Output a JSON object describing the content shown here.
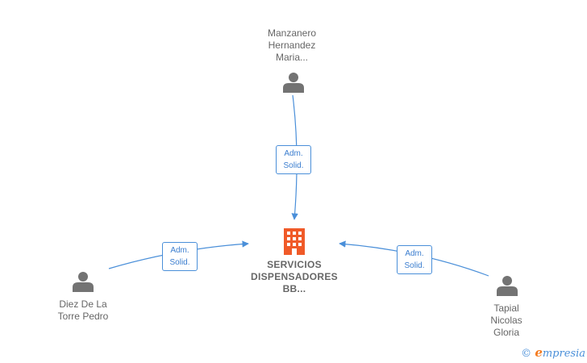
{
  "company": {
    "name_lines": [
      "SERVICIOS",
      "DISPENSADORES",
      "BB..."
    ],
    "icon": "building-icon",
    "color": "#f05a28"
  },
  "persons": [
    {
      "id": "top",
      "name_lines": [
        "Manzanero",
        "Hernandez",
        "Maria..."
      ],
      "icon": "person-icon",
      "role_lines": [
        "Adm.",
        "Solid."
      ]
    },
    {
      "id": "left",
      "name_lines": [
        "Diez De La",
        "Torre Pedro"
      ],
      "icon": "person-icon",
      "role_lines": [
        "Adm.",
        "Solid."
      ]
    },
    {
      "id": "right",
      "name_lines": [
        "Tapial",
        "Nicolas",
        "Gloria"
      ],
      "icon": "person-icon",
      "role_lines": [
        "Adm.",
        "Solid."
      ]
    }
  ],
  "colors": {
    "edge": "#4a8fd9",
    "person": "#737373",
    "text": "#666666"
  },
  "watermark": {
    "symbol": "©",
    "brand_first": "e",
    "brand_rest": "mpresia"
  }
}
